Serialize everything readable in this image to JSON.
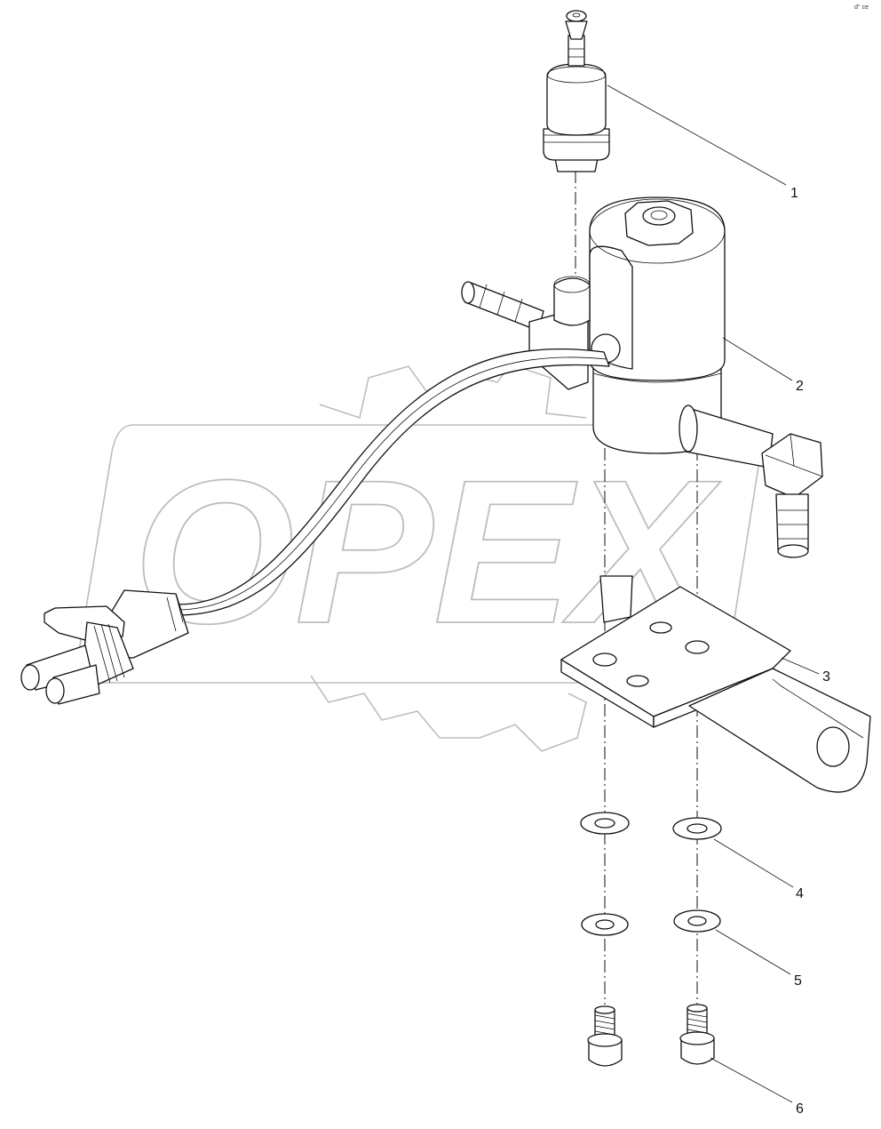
{
  "watermark": {
    "text": "OPEX"
  },
  "corner_mark": "d° ce",
  "callouts": [
    {
      "id": "1",
      "label": "1"
    },
    {
      "id": "2",
      "label": "2"
    },
    {
      "id": "3",
      "label": "3"
    },
    {
      "id": "4",
      "label": "4"
    },
    {
      "id": "5",
      "label": "5"
    },
    {
      "id": "6",
      "label": "6"
    }
  ]
}
